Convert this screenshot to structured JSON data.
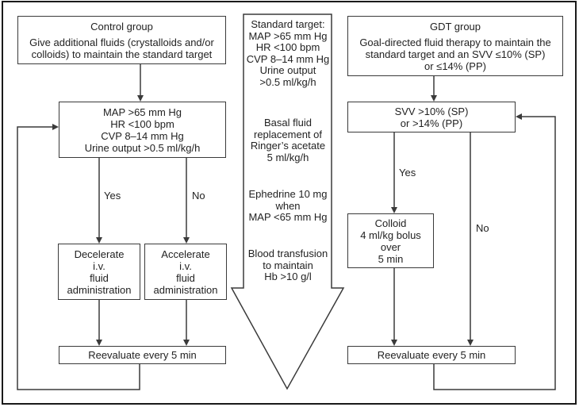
{
  "diagram": {
    "colors": {
      "line": "#3a3a3a",
      "text": "#222222",
      "background": "#ffffff",
      "frame": "#1a1a1a"
    },
    "left": {
      "header_title": "Control group",
      "header_body": "Give additional fluids (crystalloids and/or\ncolloids) to maintain the standard target",
      "criteria": "MAP >65 mm Hg\nHR <100 bpm\nCVP 8–14 mm Hg\nUrine output >0.5 ml/kg/h",
      "yes_label": "Yes",
      "no_label": "No",
      "decelerate": "Decelerate\ni.v.\nfluid\nadministration",
      "accelerate": "Accelerate\ni.v.\nfluid\nadministration",
      "reevaluate": "Reevaluate every 5 min"
    },
    "middle": {
      "standard_target": "Standard target:\nMAP >65 mm Hg\nHR <100 bpm\nCVP 8–14 mm Hg\nUrine output\n>0.5 ml/kg/h",
      "basal_fluid": "Basal fluid\nreplacement of\nRinger’s acetate\n5 ml/kg/h",
      "ephedrine": "Ephedrine 10 mg\nwhen\nMAP <65 mm Hg",
      "blood_transfusion": "Blood transfusion\nto maintain\nHb >10 g/l"
    },
    "right": {
      "header_title": "GDT group",
      "header_body": "Goal-directed fluid therapy to maintain the\nstandard target and an SVV ≤10% (SP)\nor ≤14% (PP)",
      "svv": "SVV >10% (SP)\nor >14% (PP)",
      "yes_label": "Yes",
      "no_label": "No",
      "colloid": "Colloid\n4 ml/kg bolus\nover\n5 min",
      "reevaluate": "Reevaluate every 5 min"
    }
  }
}
